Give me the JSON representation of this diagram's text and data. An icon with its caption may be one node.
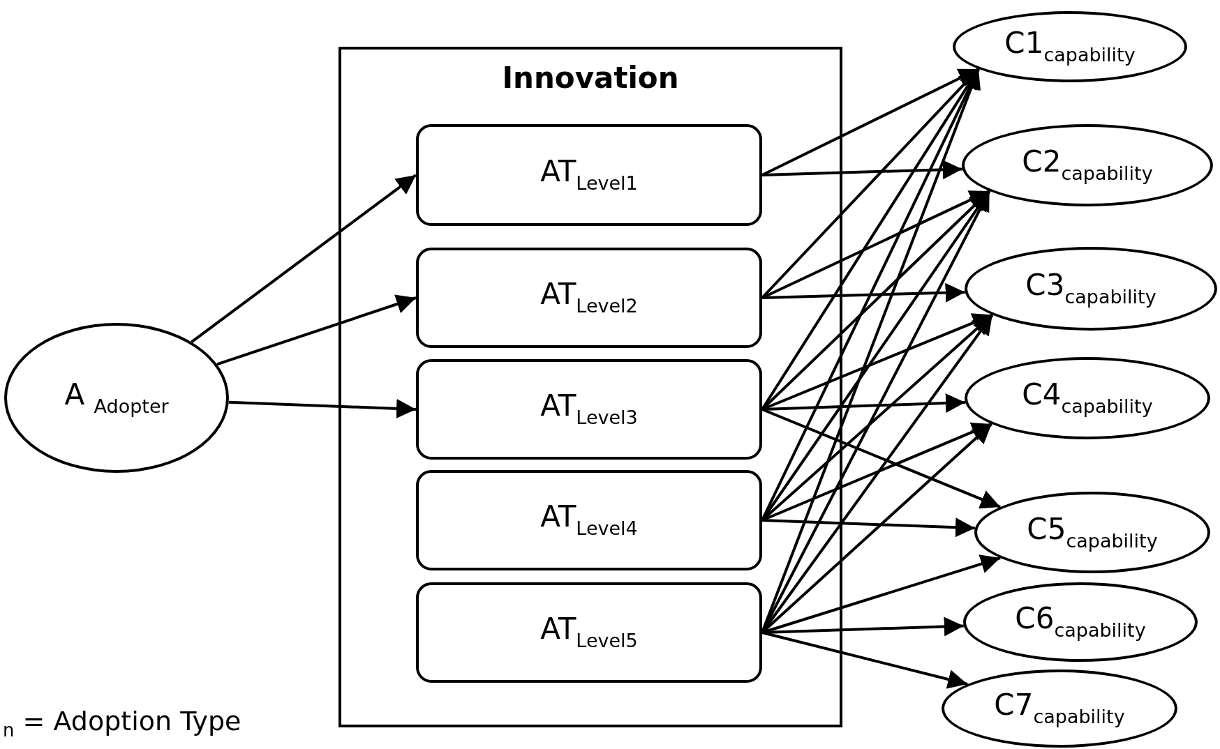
{
  "diagram": {
    "nodes": [
      {
        "text": [
          "A $_{Adopter}$"
        ]
      },
      {
        "text": [
          "Innovation"
        ]
      },
      {
        "text": [
          "AT$_{Level1}$"
        ],
        "in": 1
      },
      {
        "text": [
          "AT$_{Level2}$"
        ],
        "in": 1
      },
      {
        "text": [
          "AT$_{Level3}$"
        ],
        "in": 1
      },
      {
        "text": [
          "AT$_{Level4}$"
        ],
        "in": 1
      },
      {
        "text": [
          "AT$_{Level5}$"
        ],
        "in": 1
      },
      {
        "text": [
          "C1$_{capability}$"
        ]
      },
      {
        "text": [
          "C2$_{capability}$"
        ]
      },
      {
        "text": [
          "C3$_{capability}$"
        ]
      },
      {
        "text": [
          "C4$_{capability}$"
        ]
      },
      {
        "text": [
          "C5$_{capability}$"
        ]
      },
      {
        "text": [
          "C6$_{capability}$"
        ]
      },
      {
        "text": [
          "C7$_{capability}$"
        ]
      }
    ],
    "edges": [
      {
        "from": 0,
        "to": 2,
        "arrow": "to"
      },
      {
        "from": 0,
        "to": 3,
        "arrow": "to"
      },
      {
        "from": 0,
        "to": 4,
        "arrow": "to"
      },
      {
        "from": 2,
        "to": 7,
        "arrow": "to"
      },
      {
        "from": 2,
        "to": 8,
        "arrow": "to"
      },
      {
        "from": 3,
        "to": 7,
        "arrow": "to"
      },
      {
        "from": 3,
        "to": 8,
        "arrow": "to"
      },
      {
        "from": 3,
        "to": 9,
        "arrow": "to"
      },
      {
        "from": 4,
        "to": 7,
        "arrow": "to"
      },
      {
        "from": 4,
        "to": 8,
        "arrow": "to"
      },
      {
        "from": 4,
        "to": 9,
        "arrow": "to"
      },
      {
        "from": 4,
        "to": 10,
        "arrow": "to"
      },
      {
        "from": 4,
        "to": 11,
        "arrow": "to"
      },
      {
        "from": 5,
        "to": 7,
        "arrow": "to"
      },
      {
        "from": 5,
        "to": 8,
        "arrow": "to"
      },
      {
        "from": 5,
        "to": 9,
        "arrow": "to"
      },
      {
        "from": 5,
        "to": 10,
        "arrow": "to"
      },
      {
        "from": 5,
        "to": 11,
        "arrow": "to"
      },
      {
        "from": 6,
        "to": 7,
        "arrow": "to"
      },
      {
        "from": 6,
        "to": 8,
        "arrow": "to"
      },
      {
        "from": 6,
        "to": 9,
        "arrow": "to"
      },
      {
        "from": 6,
        "to": 10,
        "arrow": "to"
      },
      {
        "from": 6,
        "to": 11,
        "arrow": "to"
      },
      {
        "from": 6,
        "to": 12,
        "arrow": "to"
      },
      {
        "from": 6,
        "to": 13,
        "arrow": "to"
      }
    ],
    "labels": [
      "$_{n}$ = Adoption Type"
    ]
  }
}
